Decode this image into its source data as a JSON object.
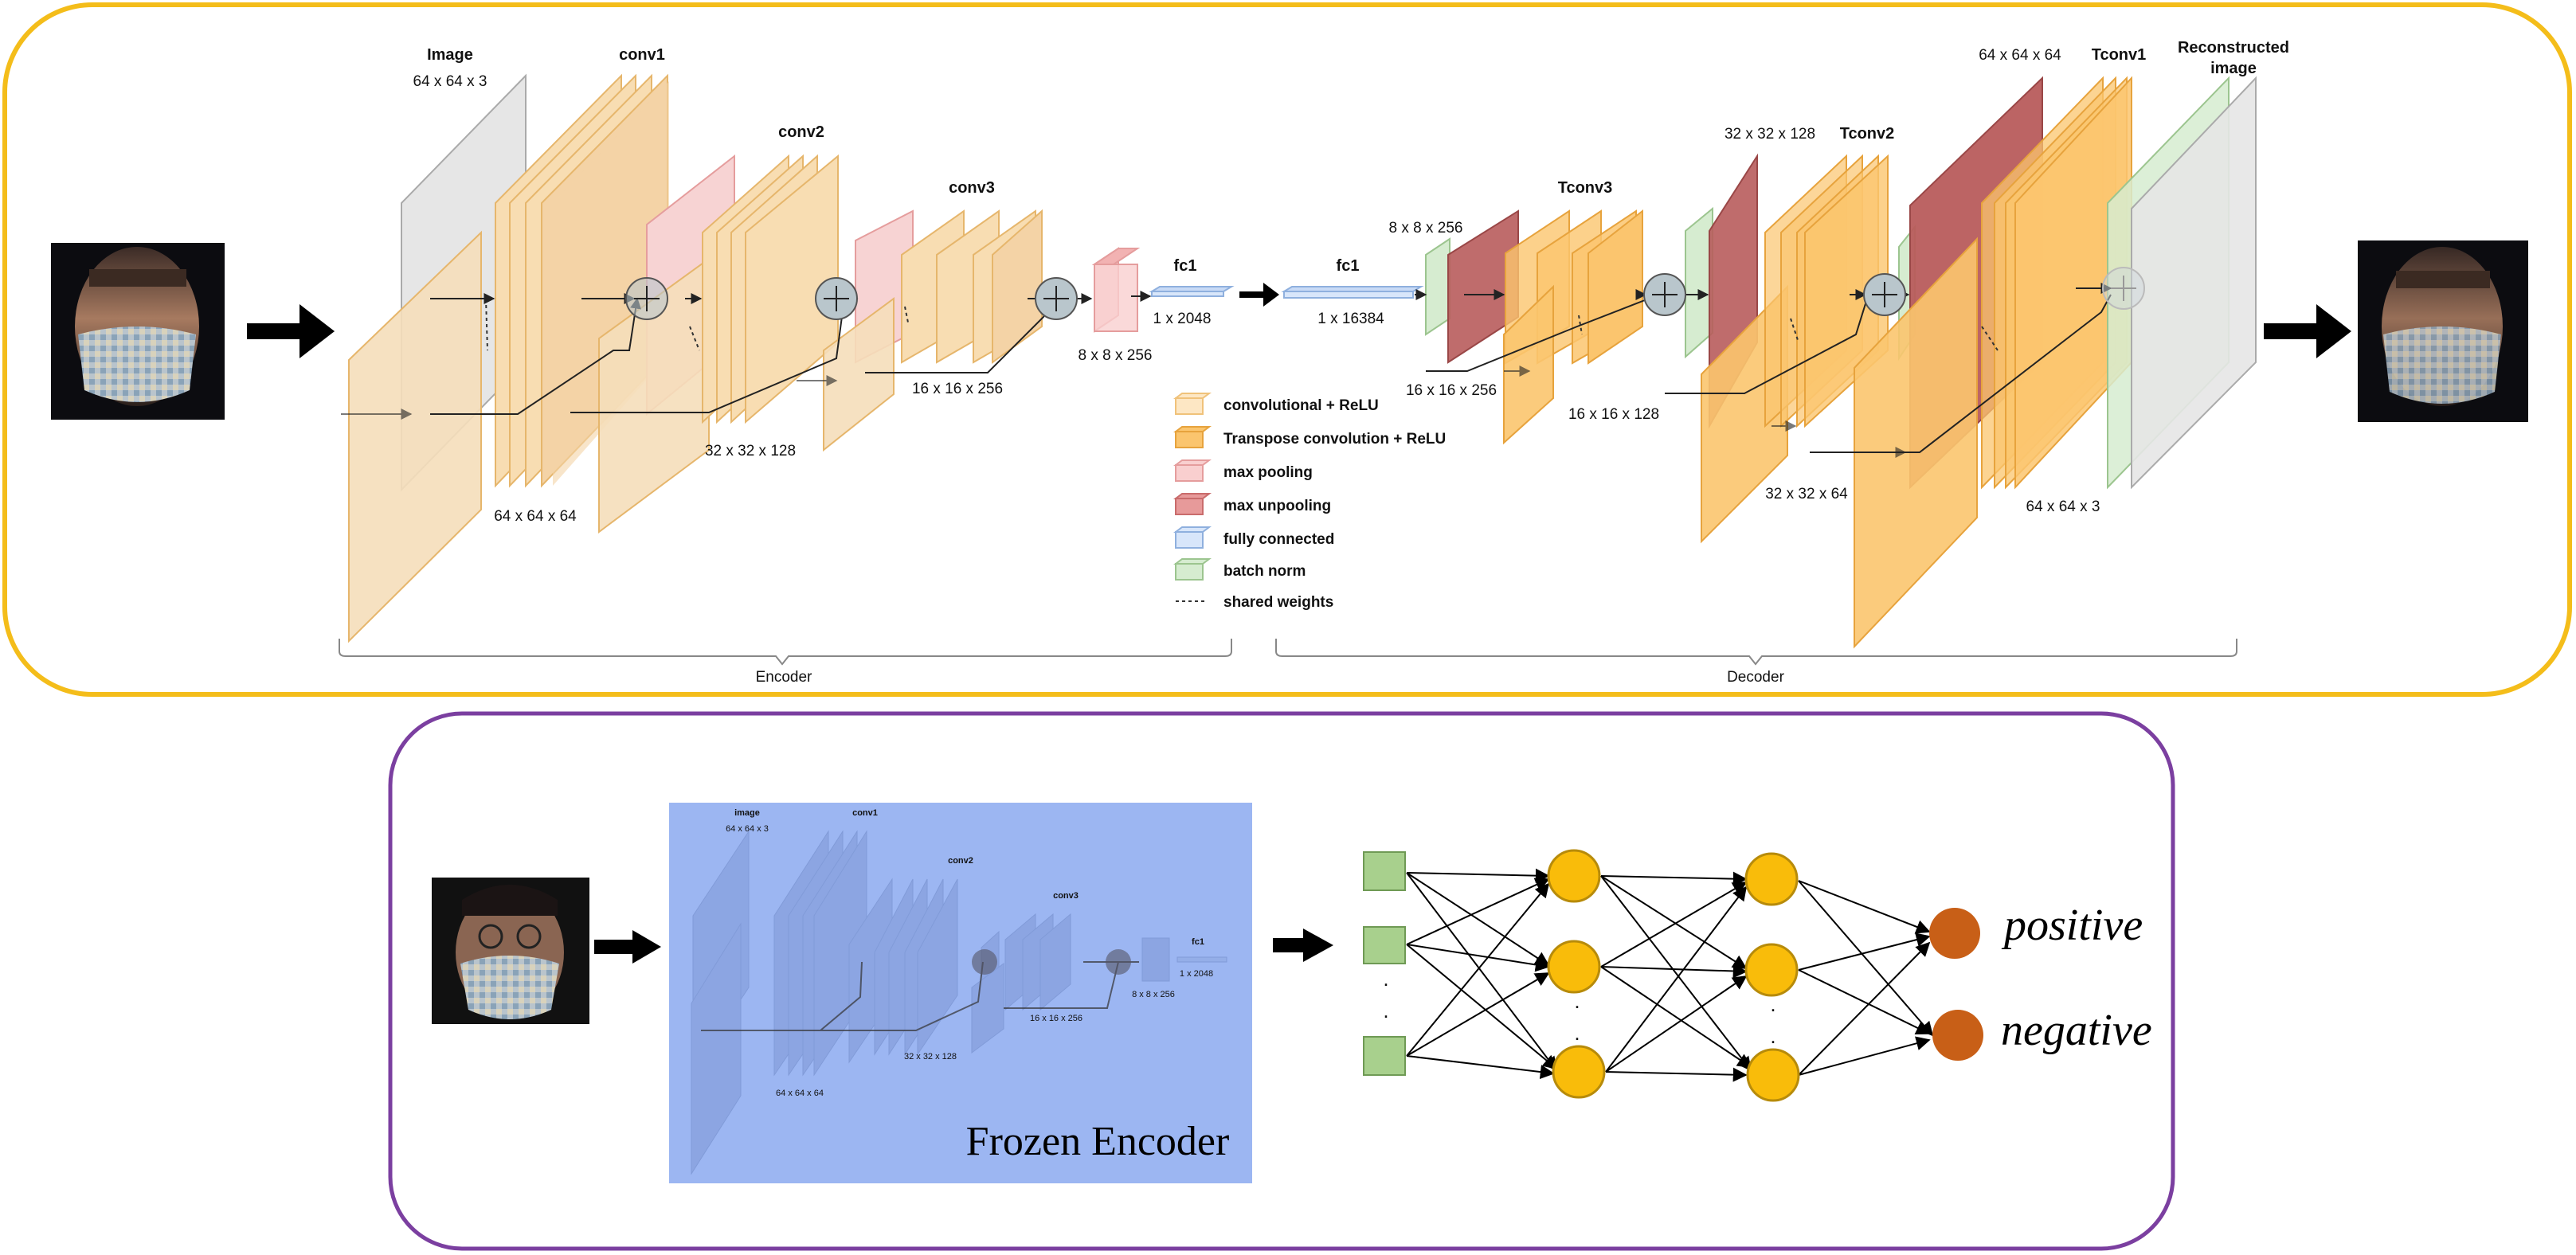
{
  "encoder_section": {
    "image": {
      "title": "Image",
      "dim": "64 x 64 x 3"
    },
    "conv1": {
      "title": "conv1",
      "dim": "64 x 64 x 64"
    },
    "conv2": {
      "title": "conv2",
      "dim": "32 x 32 x 128"
    },
    "conv3": {
      "title": "conv3",
      "dim": "16 x 16 x 256"
    },
    "pool_out": {
      "dim": "8 x 8 x 256"
    },
    "fc1": {
      "title": "fc1",
      "dim": "1 x 2048"
    },
    "brace_label": "Encoder"
  },
  "decoder_section": {
    "fc1": {
      "title": "fc1",
      "dim": "1 x 16384"
    },
    "unpool_in": {
      "dim": "8 x 8 x 256"
    },
    "tconv3": {
      "title": "Tconv3",
      "dim_a": "16 x 16 x 256",
      "dim_b": "16 x 16 x 128"
    },
    "tconv2": {
      "title": "Tconv2",
      "dim_a": "32 x 32 x 128",
      "dim_b": "32 x 32 x 64"
    },
    "tconv1": {
      "title": "Tconv1",
      "dim_a": "64 x 64 x 64",
      "dim_b": "64 x 64 x 3"
    },
    "output": {
      "title_line1": "Reconstructed",
      "title_line2": "image"
    },
    "brace_label": "Decoder"
  },
  "legend": [
    {
      "label": "convolutional + ReLU",
      "color": "#fde7c4",
      "edge": "#f0c27a"
    },
    {
      "label": "Transpose convolution + ReLU",
      "color": "#fbc56e",
      "edge": "#e7a33d"
    },
    {
      "label": "max pooling",
      "color": "#f9cfcf",
      "edge": "#e59d9d"
    },
    {
      "label": "max unpooling",
      "color": "#e79a9a",
      "edge": "#c96c6c"
    },
    {
      "label": "fully connected",
      "color": "#d8e6fa",
      "edge": "#8fb0de"
    },
    {
      "label": "batch norm",
      "color": "#d6ecd0",
      "edge": "#9cc58f"
    },
    {
      "label": "shared weights",
      "style": "dashed"
    }
  ],
  "thumb": {
    "image": {
      "title": "image",
      "dim": "64 x 64 x 3"
    },
    "conv1": "conv1",
    "conv2": "conv2",
    "conv3": "conv3",
    "fc1": "fc1",
    "dim_conv1": "64 x 64 x 64",
    "dim_conv2": "32 x 32 x 128",
    "dim_conv3": "16 x 16 x 256",
    "dim_pool": "8 x 8 x 256",
    "dim_fc1": "1 x 2048"
  },
  "classifier": {
    "frozen_label": "Frozen Encoder",
    "output_positive": "positive",
    "output_negative": "negative",
    "ellipsis": "."
  },
  "colors": {
    "encoder_border": "#f4bd1a",
    "classifier_border": "#7b3fa0",
    "frozen_bg": "#9cb6f2",
    "neuron_yellow": "#f9bc0a",
    "neuron_output": "#c85f17",
    "input_square": "#a8d08d"
  }
}
